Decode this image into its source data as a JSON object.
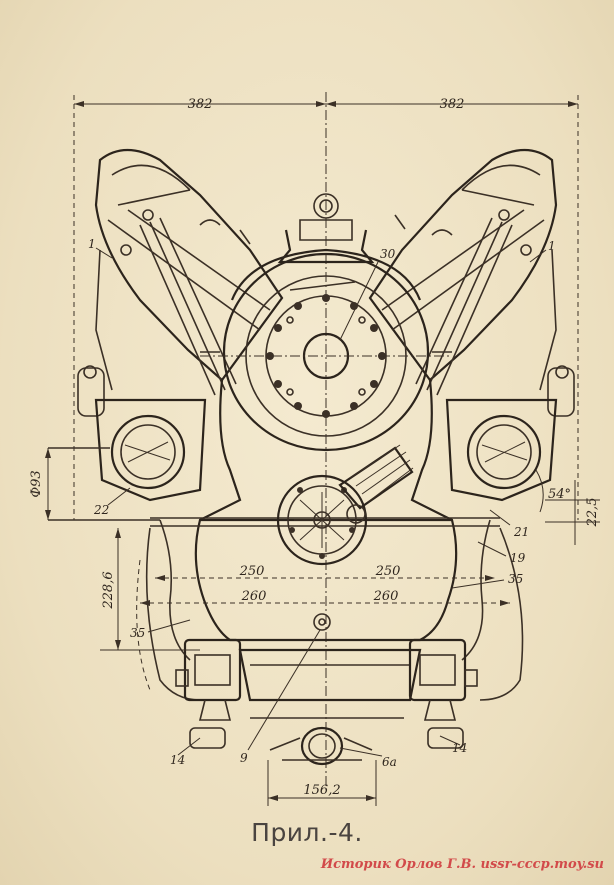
{
  "dimensions": {
    "top_left": "382",
    "top_right": "382",
    "diameter": "Ф93",
    "angle": "54°",
    "offset": "22,5",
    "height": "228,6",
    "upper_left": "250",
    "upper_right": "250",
    "lower_left": "260",
    "lower_right": "260",
    "bottom": "156,2"
  },
  "callouts": {
    "c1_left": "1",
    "c1_right": "1",
    "c30": "30",
    "c22": "22",
    "c21": "21",
    "c19": "19",
    "c35_right": "35",
    "c35_left": "35",
    "c9": "9",
    "c6a": "6а",
    "c14_left": "14",
    "c14_right": "14"
  },
  "caption": "Прил.-4.",
  "watermark": "Историк Орлов Г.В. ussr-cccp.moy.su"
}
